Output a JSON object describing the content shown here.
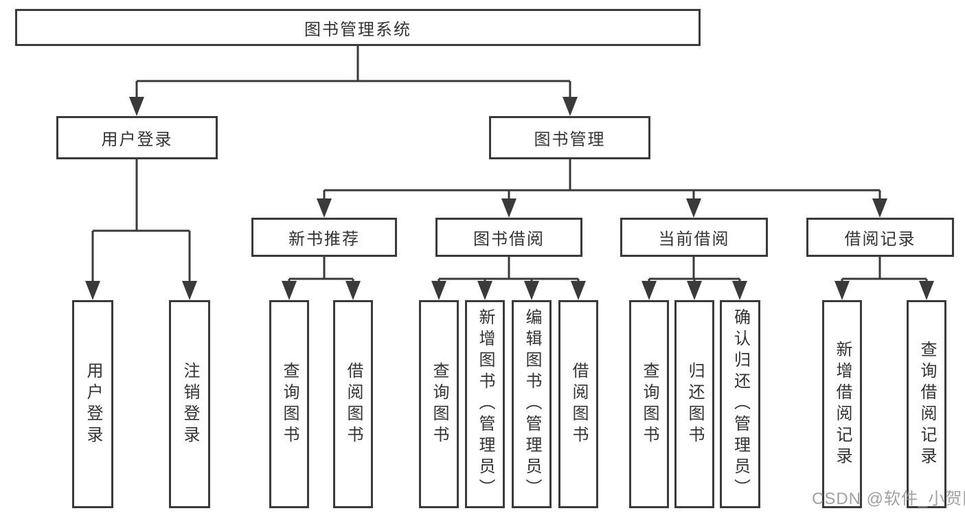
{
  "diagram": {
    "title": "图书管理系统",
    "type": "hierarchy-tree"
  },
  "colors": {
    "line": "#3a3a3a",
    "box_border": "#3a3a3a",
    "text": "#333333",
    "background": "#ffffff",
    "watermark": "#949494"
  },
  "nodes": {
    "root": "图书管理系统",
    "user_login": "用户登录",
    "book_management": "图书管理",
    "new_book_recommend": "新书推荐",
    "book_borrow": "图书借阅",
    "current_borrow": "当前借阅",
    "borrow_records": "借阅记录",
    "leaf_user_login": "用户登录",
    "leaf_logout": "注销登录",
    "leaf_rec_query": "查询图书",
    "leaf_rec_borrow": "借阅图书",
    "leaf_bb_query": "查询图书",
    "leaf_bb_add": "新增图书（管理员）",
    "leaf_bb_edit": "编辑图书（管理员）",
    "leaf_bb_borrow": "借阅图书",
    "leaf_cb_query": "查询图书",
    "leaf_cb_return": "归还图书",
    "leaf_cb_confirm": "确认归还（管理员）",
    "leaf_br_add": "新增借阅记录",
    "leaf_br_query": "查询借阅记录"
  },
  "hierarchy": {
    "root": "图书管理系统",
    "children": [
      {
        "label": "用户登录",
        "children": [
          "用户登录",
          "注销登录"
        ]
      },
      {
        "label": "图书管理",
        "children": [
          {
            "label": "新书推荐",
            "children": [
              "查询图书",
              "借阅图书"
            ]
          },
          {
            "label": "图书借阅",
            "children": [
              "查询图书",
              "新增图书（管理员）",
              "编辑图书（管理员）",
              "借阅图书"
            ]
          },
          {
            "label": "当前借阅",
            "children": [
              "查询图书",
              "归还图书",
              "确认归还（管理员）"
            ]
          },
          {
            "label": "借阅记录",
            "children": [
              "新增借阅记录",
              "查询借阅记录"
            ]
          }
        ]
      }
    ]
  },
  "watermark": {
    "text": "CSDN @软件_小贺同学"
  }
}
